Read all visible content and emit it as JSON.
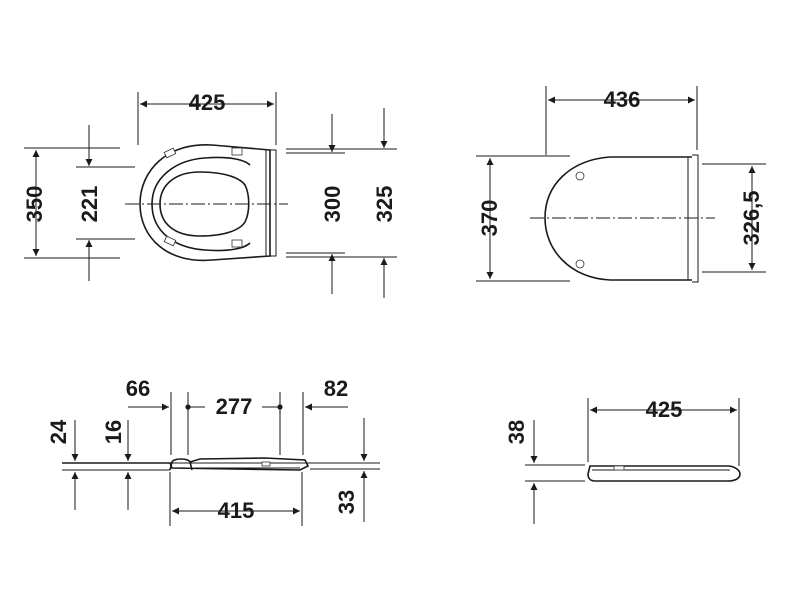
{
  "dimensions": {
    "top_left_width": "425",
    "top_left_height_outer": "350",
    "top_left_height_inner": "221",
    "top_left_height_mid": "300",
    "top_left_height_right": "325",
    "top_right_width": "436",
    "top_right_height_left": "370",
    "top_right_height_right": "326,5",
    "bottom_left_66": "66",
    "bottom_left_277": "277",
    "bottom_left_82": "82",
    "bottom_left_24": "24",
    "bottom_left_16": "16",
    "bottom_left_415": "415",
    "bottom_left_33": "33",
    "bottom_right_38": "38",
    "bottom_right_425": "425"
  }
}
